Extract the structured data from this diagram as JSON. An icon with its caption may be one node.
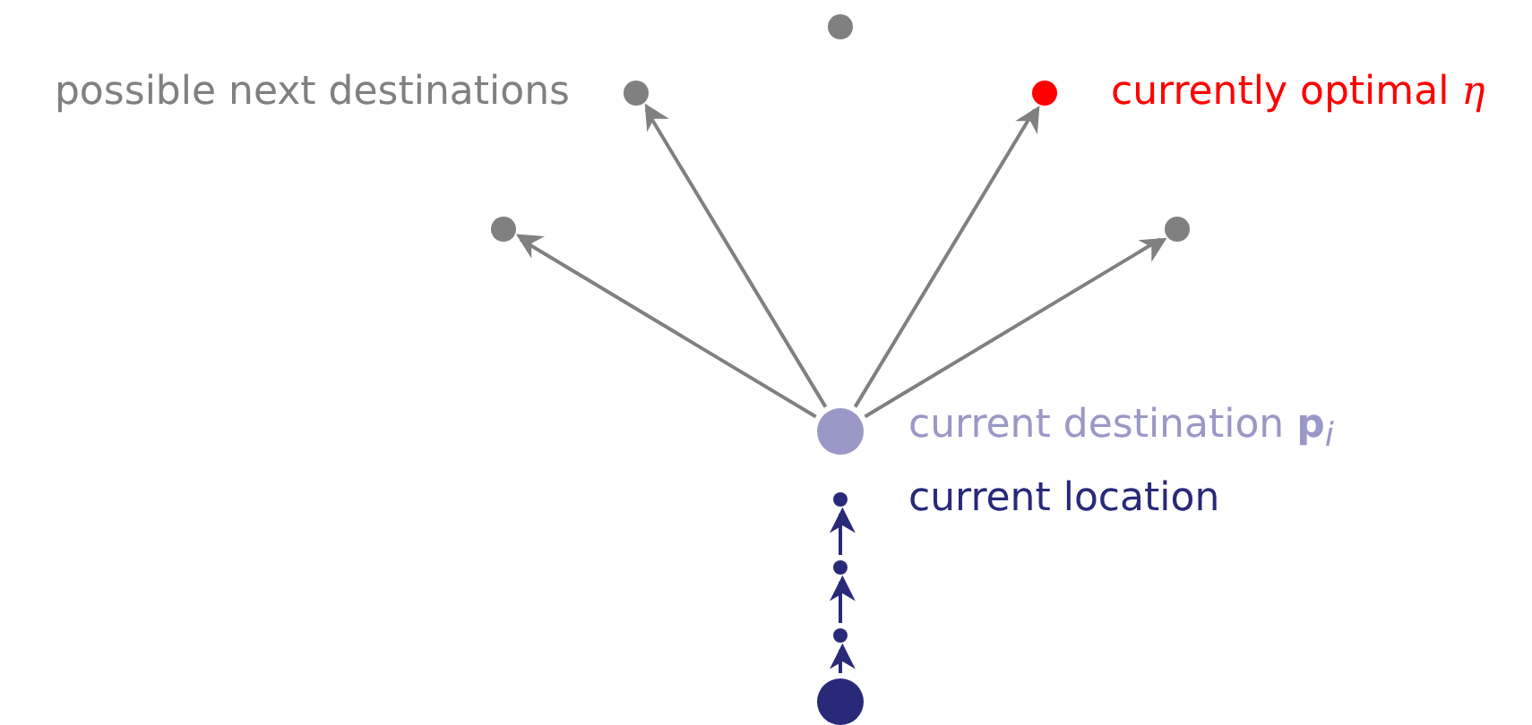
{
  "diagram": {
    "nodes": [
      {
        "text": [],
        "shape": "circle"
      },
      {
        "text": [],
        "shape": "circle",
        "beside": [
          "possible next destinations"
        ]
      },
      {
        "text": [],
        "shape": "circle",
        "beside": [
          "currently optimal *η*"
        ]
      },
      {
        "text": [],
        "shape": "circle"
      },
      {
        "text": [],
        "shape": "circle"
      },
      {
        "text": [],
        "shape": "circle",
        "beside": [
          "current destination **p**$_{i}$"
        ]
      },
      {
        "text": [],
        "shape": "circle",
        "beside": [
          "current location"
        ]
      },
      {
        "text": [],
        "shape": "circle"
      },
      {
        "text": [],
        "shape": "circle"
      },
      {
        "text": [],
        "shape": "circle"
      }
    ],
    "edges": [
      {
        "from": 5,
        "to": 3,
        "arrow": "to"
      },
      {
        "from": 5,
        "to": 1,
        "arrow": "to"
      },
      {
        "from": 5,
        "to": 2,
        "arrow": "to"
      },
      {
        "from": 5,
        "to": 4,
        "arrow": "to"
      },
      {
        "from": 7,
        "to": 6,
        "arrow": "to",
        "color": "#29297a"
      },
      {
        "from": 8,
        "to": 7,
        "arrow": "to",
        "color": "#29297a"
      },
      {
        "from": 9,
        "to": 8,
        "arrow": "to",
        "color": "#29297a"
      }
    ]
  }
}
